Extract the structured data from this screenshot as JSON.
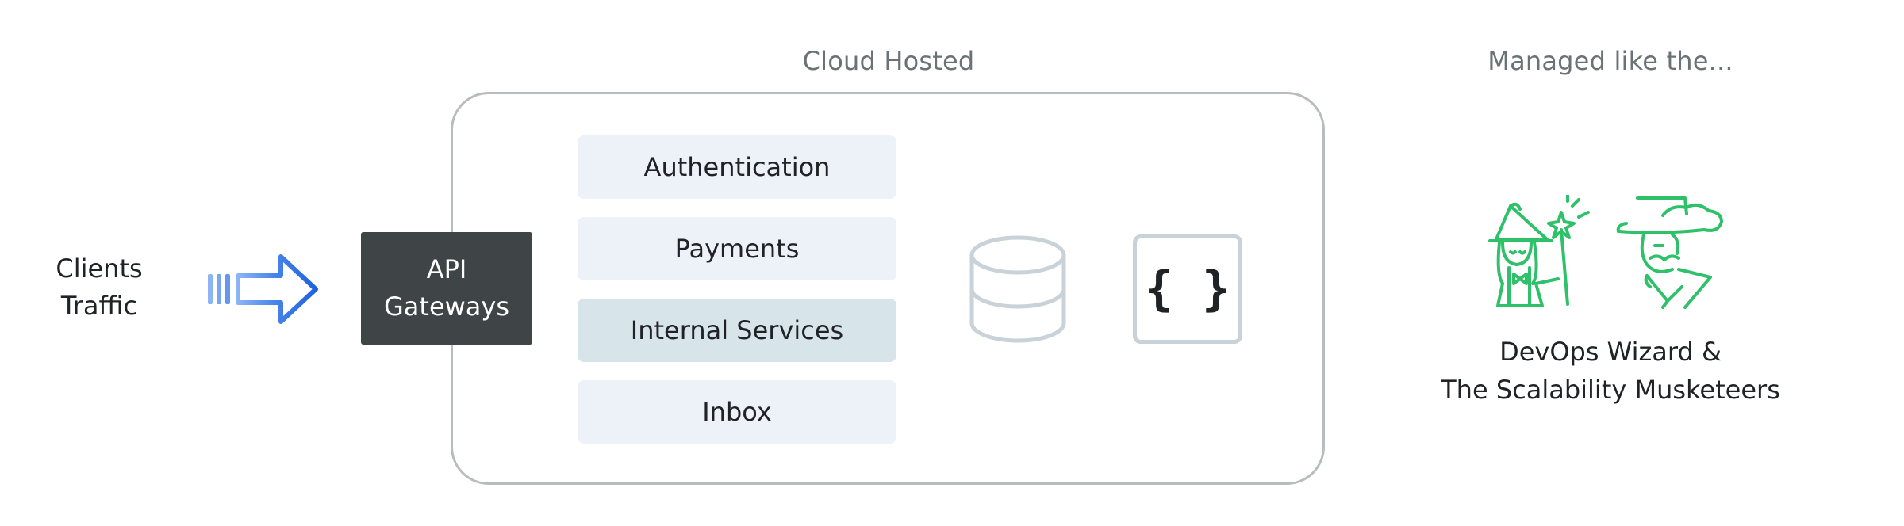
{
  "clients": {
    "line1": "Clients",
    "line2": "Traffic"
  },
  "api_gateway": {
    "line1": "API",
    "line2": "Gateways"
  },
  "cloud": {
    "title": "Cloud Hosted",
    "services": [
      {
        "label": "Authentication",
        "style": "light"
      },
      {
        "label": "Payments",
        "style": "light"
      },
      {
        "label": "Internal Services",
        "style": "dark"
      },
      {
        "label": "Inbox",
        "style": "light"
      }
    ],
    "database_icon": "database-icon",
    "code_icon": {
      "name": "curly-braces-icon",
      "glyph": "{ }"
    }
  },
  "managed": {
    "title": "Managed like the...",
    "line1": "DevOps Wizard &",
    "line2": "The Scalability Musketeers",
    "icons": [
      "wizard-icon",
      "musketeer-icon"
    ]
  },
  "colors": {
    "arrow_blue": "#2f6fe0",
    "arrow_blue_light": "#8db4f5",
    "gateway_dark": "#3f4447",
    "service_light": "#edf2f8",
    "service_dark": "#d7e4e9",
    "box_border": "#b7bcbe",
    "icon_gray": "#c8d2d8",
    "team_green": "#2fc06a",
    "caption_gray": "#6b7276"
  }
}
